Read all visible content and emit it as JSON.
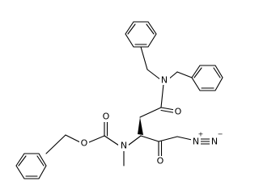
{
  "molecule": {
    "atom_labels": {
      "amide_nitrogen": "N",
      "carbamate_nitrogen": "N",
      "amide_oxygen": "O",
      "carbamate_carbonyl_oxygen": "O",
      "carbamate_ester_oxygen": "O",
      "ketone_oxygen": "O",
      "diazo_nitrogen_inner": "N",
      "diazo_nitrogen_outer": "N",
      "diazo_charge_plus": "+",
      "diazo_charge_minus": "−"
    },
    "colors": {
      "bond": "#000000",
      "label": "#000000",
      "background": "#ffffff"
    }
  }
}
